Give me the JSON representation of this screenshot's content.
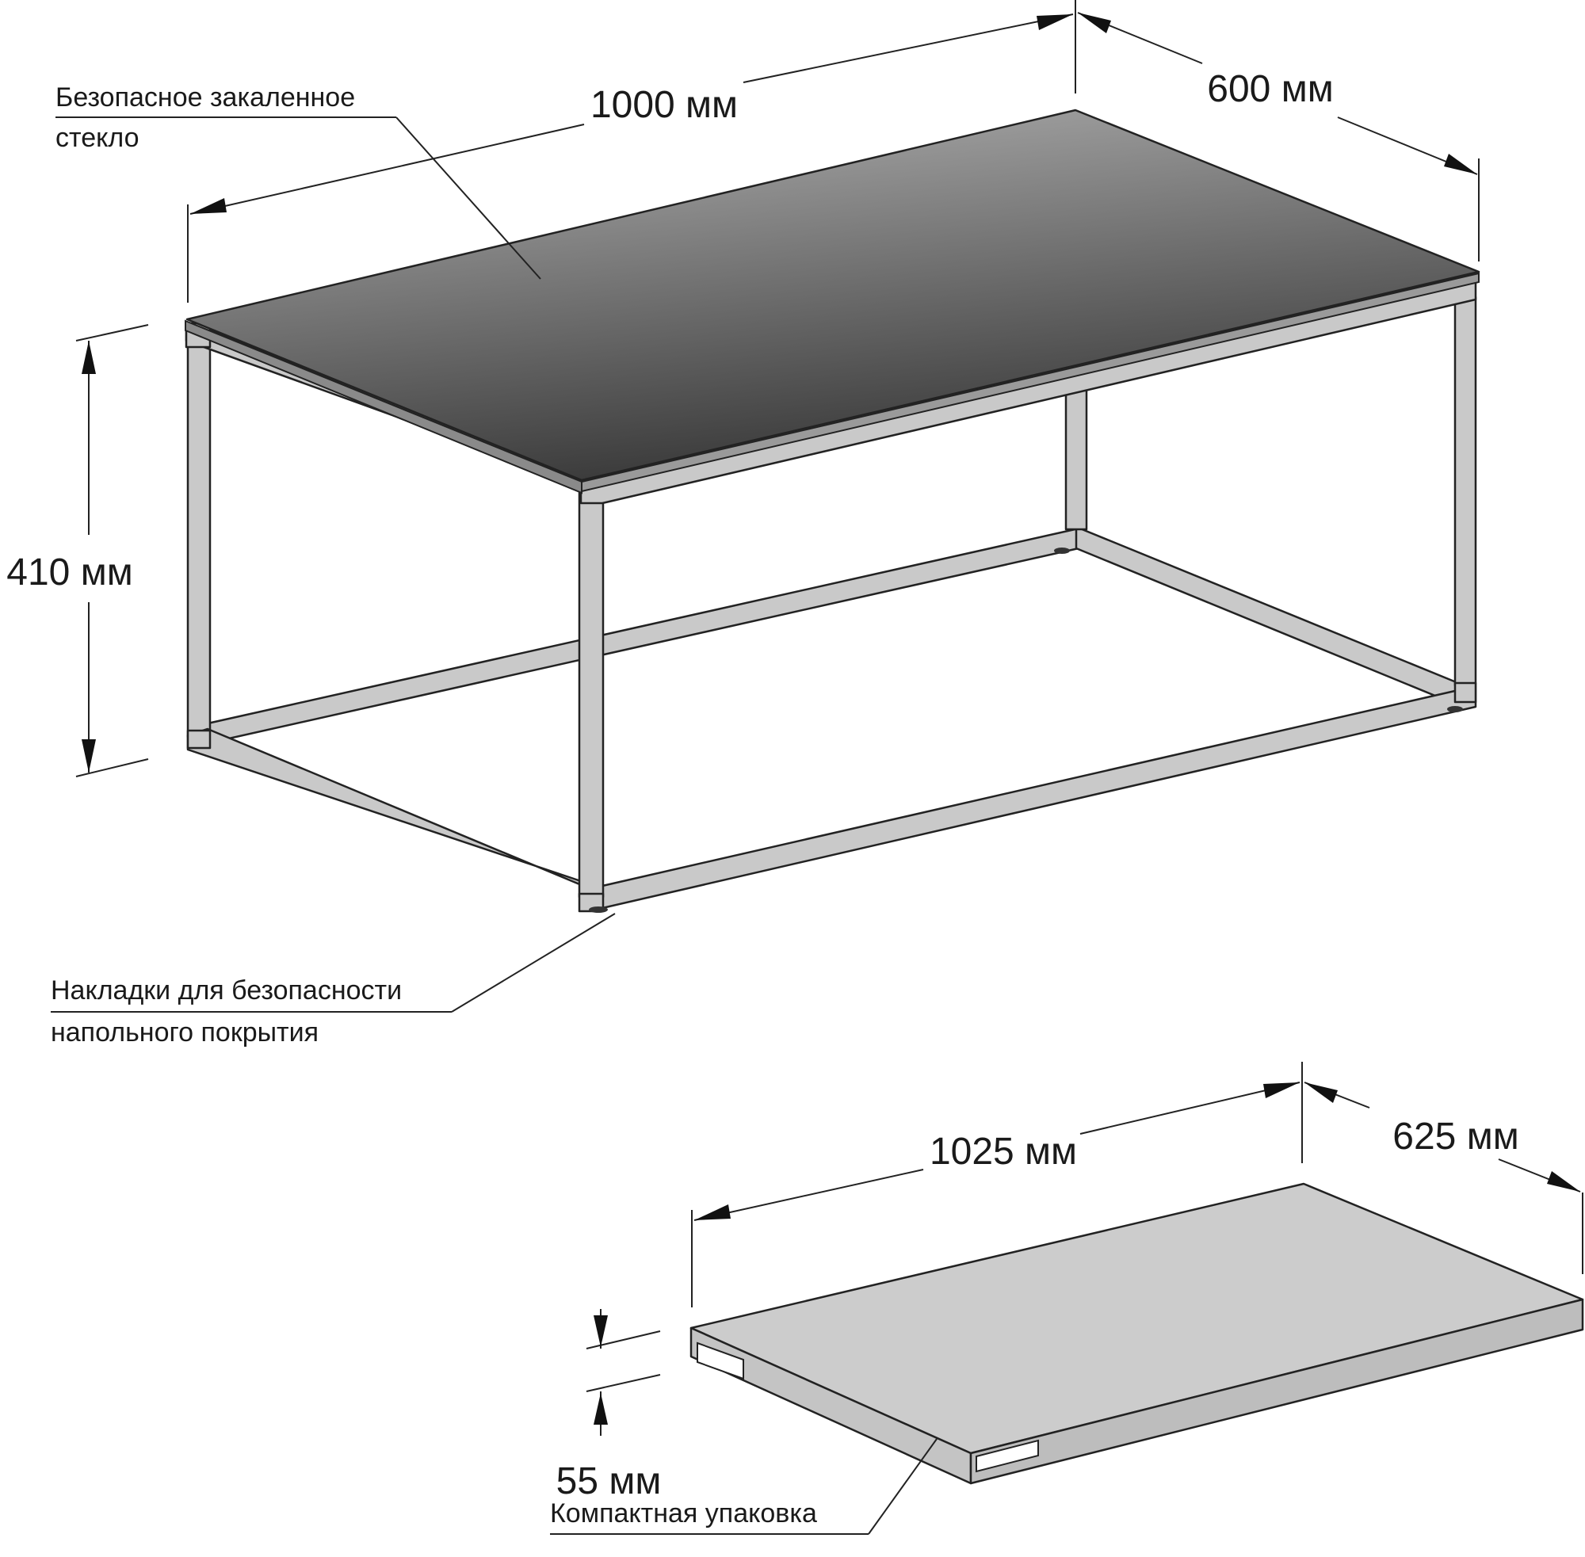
{
  "table": {
    "length_label": "1000 мм",
    "width_label": "600 мм",
    "height_label": "410 мм",
    "glass_note_line1": "Безопасное закаленное",
    "glass_note_line2": "стекло",
    "pads_note_line1": "Накладки для безопасности",
    "pads_note_line2": "напольного покрытия"
  },
  "package": {
    "length_label": "1025 мм",
    "width_label": "625 мм",
    "height_label": "55 мм",
    "note": "Компактная упаковка"
  },
  "colors": {
    "glass_top_light": "#b4b4b4",
    "glass_top_dark": "#3a3a3a",
    "frame": "#c9c9c9",
    "box": "#cccccc",
    "outline": "#222222"
  }
}
